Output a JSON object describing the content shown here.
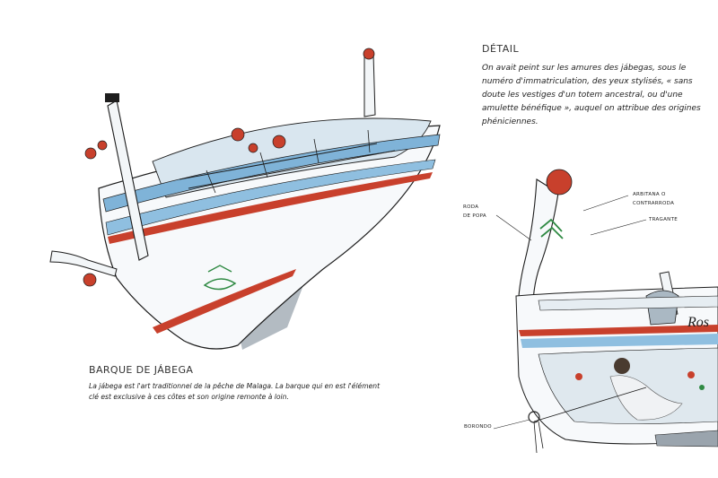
{
  "detail": {
    "title": "DÉTAIL",
    "text": "On avait peint sur les amures des jábegas, sous le numéro d'immatriculation, des yeux stylisés, « sans doute les vestiges d'un totem ancestral, ou d'une amulette bénéfique », auquel on attribue des origines phéniciennes."
  },
  "caption": {
    "title": "BARQUE DE JÁBEGA",
    "text": "La jábega est l'art traditionnel de la pêche de Malaga. La barque qui en est l'élément clé est exclusive à ces côtes et son origine remonte à loin."
  },
  "labels": {
    "roda_1": "RODA",
    "roda_2": "DE POPA",
    "arbitana_1": "ARBITANA O",
    "arbitana_2": "CONTRARRODA",
    "tragante": "TRAGANTE",
    "borondo": "BORONDO"
  },
  "boat_name_fragment": "Ros",
  "colors": {
    "hull_blue": "#7fb3d8",
    "hull_red": "#c8402c",
    "wash": "#9bb2c4",
    "ink": "#1d1d1d"
  }
}
